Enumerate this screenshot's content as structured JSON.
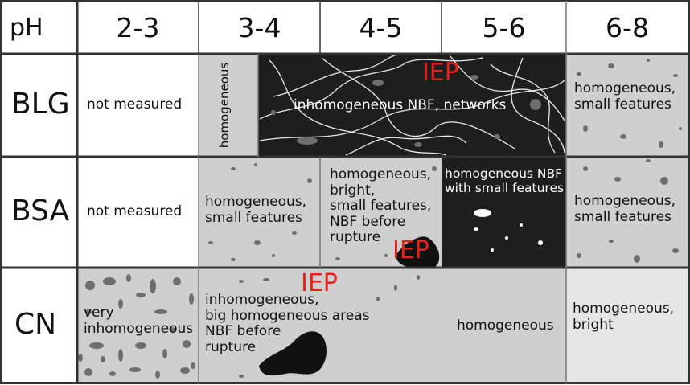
{
  "header": {
    "corner": "pH",
    "ph_ranges": [
      "2-3",
      "3-4",
      "4-5",
      "5-6",
      "6-8"
    ]
  },
  "rows": {
    "blg": {
      "label": "BLG",
      "c23": "not measured",
      "c34": "homogeneous",
      "c35": "inhomogeneous NBF, networks",
      "c68": "homogeneous,\nsmall features",
      "iep": "IEP"
    },
    "bsa": {
      "label": "BSA",
      "c23": "not measured",
      "c34": "homogeneous,\nsmall features",
      "c45": "homogeneous,\nbright,\nsmall features,\nNBF before\nrupture",
      "c56": "homogeneous NBF\nwith small features",
      "c68": "homogeneous,\nsmall features",
      "iep": "IEP"
    },
    "cn": {
      "label": "CN",
      "c23": "very\ninhomogeneous",
      "c34": "inhomogeneous,\nbig homogeneous areas\nNBF before\nrupture",
      "c56": "homogeneous",
      "c68": "homogeneous,\nbright",
      "iep": "IEP"
    }
  },
  "colors": {
    "grid_line": "#333333",
    "white_cell": "#ffffff",
    "light_gray_cell": "#cfcfcf",
    "lighter_gray_cell": "#e6e6e6",
    "dark_cell": "#1e1e1e",
    "spot": "#6e6e6e",
    "iep_red": "#e8201a"
  }
}
